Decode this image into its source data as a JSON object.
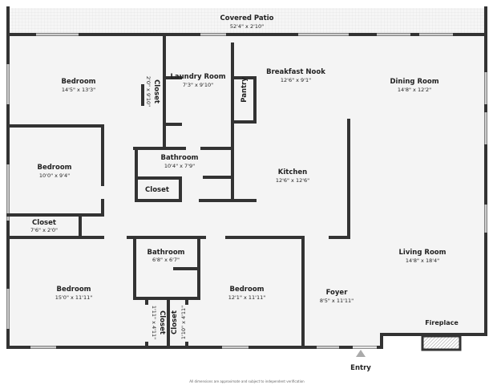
{
  "rooms": {
    "patio": {
      "name": "Covered Patio",
      "dim": "52'4\" x 2'10\""
    },
    "bedroom1": {
      "name": "Bedroom",
      "dim": "14'5\" x 13'3\""
    },
    "closet1": {
      "name": "Closet",
      "dim": "2'0\" x 9'10\""
    },
    "laundry": {
      "name": "Laundry Room",
      "dim": "7'3\" x 9'10\""
    },
    "pantry": {
      "name": "Pantry"
    },
    "nook": {
      "name": "Breakfast Nook",
      "dim": "12'6\" x 9'1\""
    },
    "dining": {
      "name": "Dining Room",
      "dim": "14'8\" x 12'2\""
    },
    "bedroom2": {
      "name": "Bedroom",
      "dim": "10'0\" x 9'4\""
    },
    "bath1": {
      "name": "Bathroom",
      "dim": "10'4\" x 7'9\""
    },
    "closet2": {
      "name": "Closet"
    },
    "kitchen": {
      "name": "Kitchen",
      "dim": "12'6\" x 12'6\""
    },
    "closet3": {
      "name": "Closet",
      "dim": "7'6\" x 2'0\""
    },
    "living": {
      "name": "Living Room",
      "dim": "14'8\" x 18'4\""
    },
    "bath2": {
      "name": "Bathroom",
      "dim": "6'8\" x 6'7\""
    },
    "bedroom3": {
      "name": "Bedroom",
      "dim": "15'0\" x 11'11\""
    },
    "bedroom4": {
      "name": "Bedroom",
      "dim": "12'1\" x 11'11\""
    },
    "closet4": {
      "name": "Closet",
      "dim": "1'11\" x 4'11\""
    },
    "closet5": {
      "name": "Closet",
      "dim": "1'10\" x 4'11\""
    },
    "foyer": {
      "name": "Foyer",
      "dim": "8'5\" x 11'11\""
    },
    "fireplace": {
      "name": "Fireplace"
    }
  },
  "entry_label": "Entry",
  "disclaimer": "All dimensions are approximate and subject to independent verification"
}
